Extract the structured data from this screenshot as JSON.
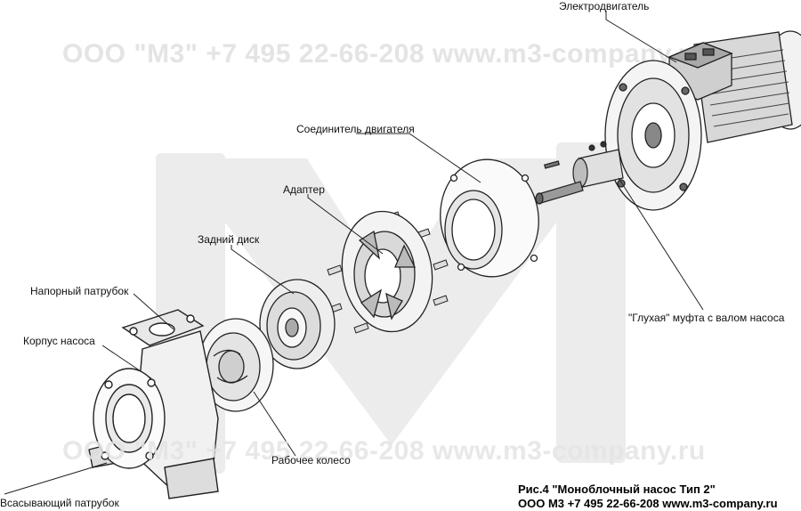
{
  "watermark": {
    "text_top": "ООО \"М3\"   +7 495 22-66-208   www.m3-company.ru",
    "text_bottom": "ООО \"М3\"   +7 495 22-66-208   www.m3-company.ru"
  },
  "labels": {
    "motor": "Электродвигатель",
    "motor_connector": "Соединитель двигателя",
    "adapter": "Адаптер",
    "back_disc": "Задний диск",
    "discharge": "Напорный патрубок",
    "pump_body": "Корпус насоса",
    "suction": "Всасывающий патрубок",
    "impeller": "Рабочее колесо",
    "coupling": "\"Глухая\" муфта с валом насоса"
  },
  "caption": {
    "line1": "Рис.4 \"Моноблочный насос Тип 2\"",
    "line2": "ООО М3   +7 495 22-66-208   www.m3-company.ru"
  }
}
